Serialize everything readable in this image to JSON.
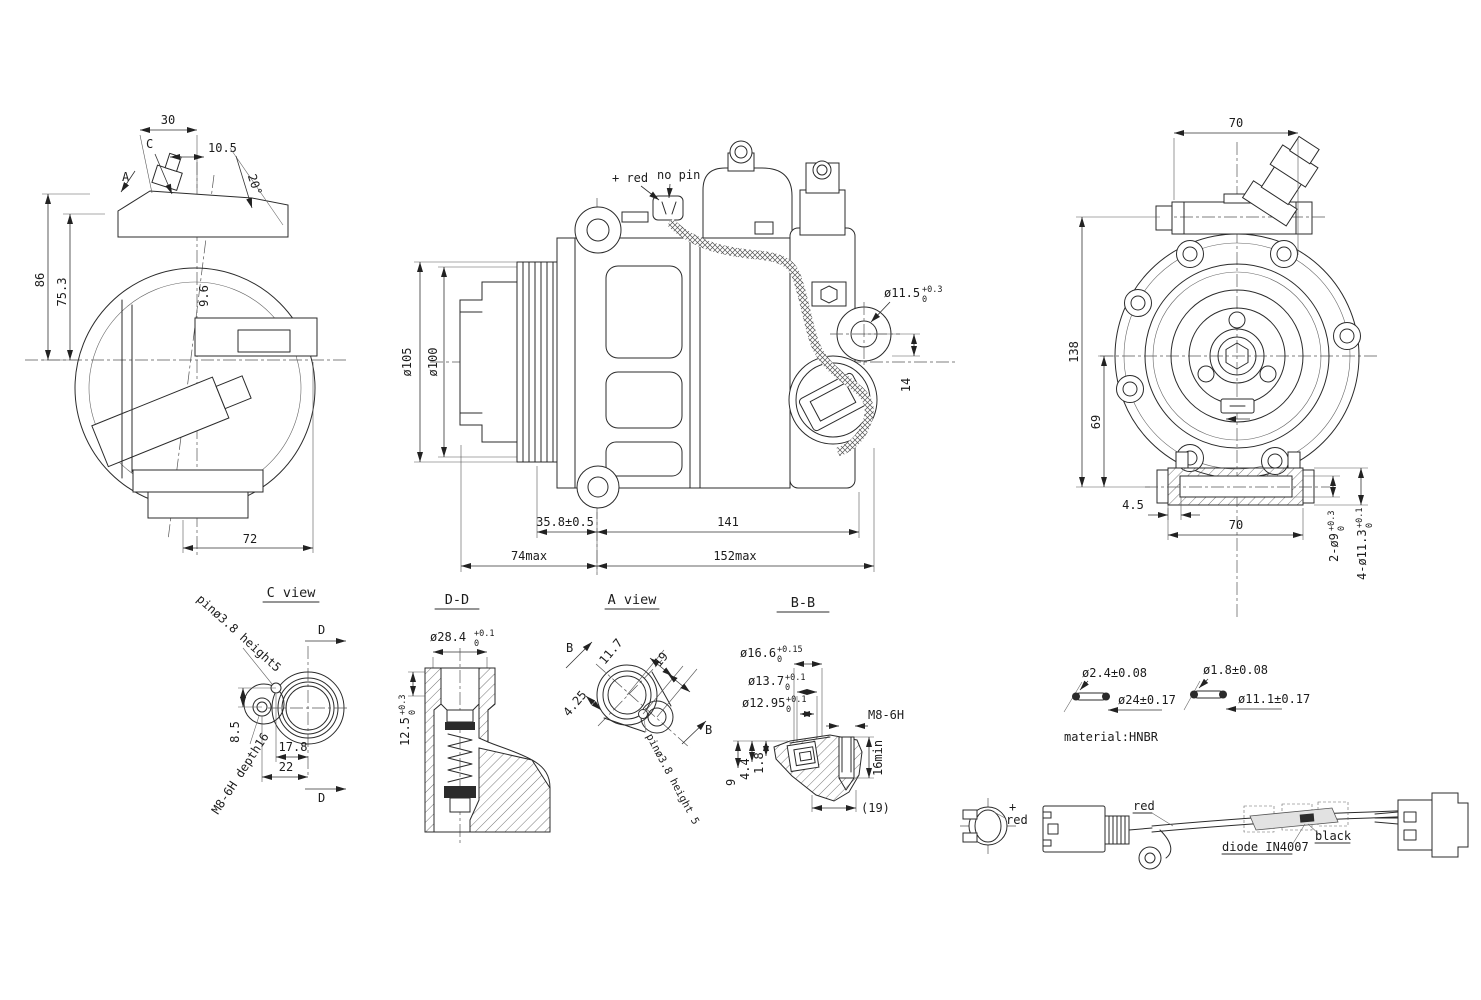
{
  "colors": {
    "line": "#2b2b2b",
    "background": "#ffffff"
  },
  "views": {
    "side": {
      "c": "C",
      "a": "A",
      "d30": "30",
      "d105": "10.5",
      "ang": "20°",
      "d86": "86",
      "d753": "75.3",
      "d96": "9.6",
      "d72": "72"
    },
    "front": {
      "red": "+ red",
      "nopin": "no pin",
      "d105": "ø105",
      "d100": "ø100",
      "d115": "ø11.5",
      "d115u": "+0.3",
      "d115l": "0",
      "d14": "14",
      "d358": "35.8±0.5",
      "d141": "141",
      "d74": "74max",
      "d152": "152max"
    },
    "rear": {
      "d70t": "70",
      "d138": "138",
      "d69": "69",
      "d45": "4.5",
      "d70b": "70",
      "d9": "2-ø9",
      "d9u": "+0.3",
      "d9l": "0",
      "d113": "4-ø11.3",
      "d113u": "+0.1",
      "d113l": "0"
    },
    "cview": {
      "title": "C view",
      "pin": "pinø3.8 height5",
      "m8": "M8-6H depth16",
      "dtop": "D",
      "dbot": "D",
      "d85": "8.5",
      "d178": "17.8",
      "d22": "22"
    },
    "dd": {
      "title": "D-D",
      "d284": "ø28.4",
      "d284u": "+0.1",
      "d284l": "0",
      "d125": "12.5",
      "d125u": "+0.3",
      "d125l": "0"
    },
    "aview": {
      "title": "A view",
      "btop": "B",
      "bbot": "B",
      "d117": "11.7",
      "d19": "19",
      "d425": "4.25",
      "pin": "pinø3.8 height 5"
    },
    "bb": {
      "title": "B-B",
      "d166": "ø16.6",
      "d166u": "+0.15",
      "d166l": "0",
      "d137": "ø13.7",
      "d137u": "+0.1",
      "d137l": "0",
      "d1295": "ø12.95",
      "d1295u": "+0.1",
      "d1295l": "0",
      "m8": "M8-6H",
      "d16": "16min",
      "d9": "9",
      "d44": "4.4",
      "d18": "1.8",
      "d19ref": "(19)"
    },
    "orings": {
      "o1cs": "ø2.4±0.08",
      "o1d": "ø24±0.17",
      "o2cs": "ø1.8±0.08",
      "o2d": "ø11.1±0.17",
      "mat": "material:HNBR"
    },
    "harness": {
      "plus": "+",
      "red1": "red",
      "red2": "red",
      "black": "black",
      "diode": "diode IN4007"
    }
  }
}
